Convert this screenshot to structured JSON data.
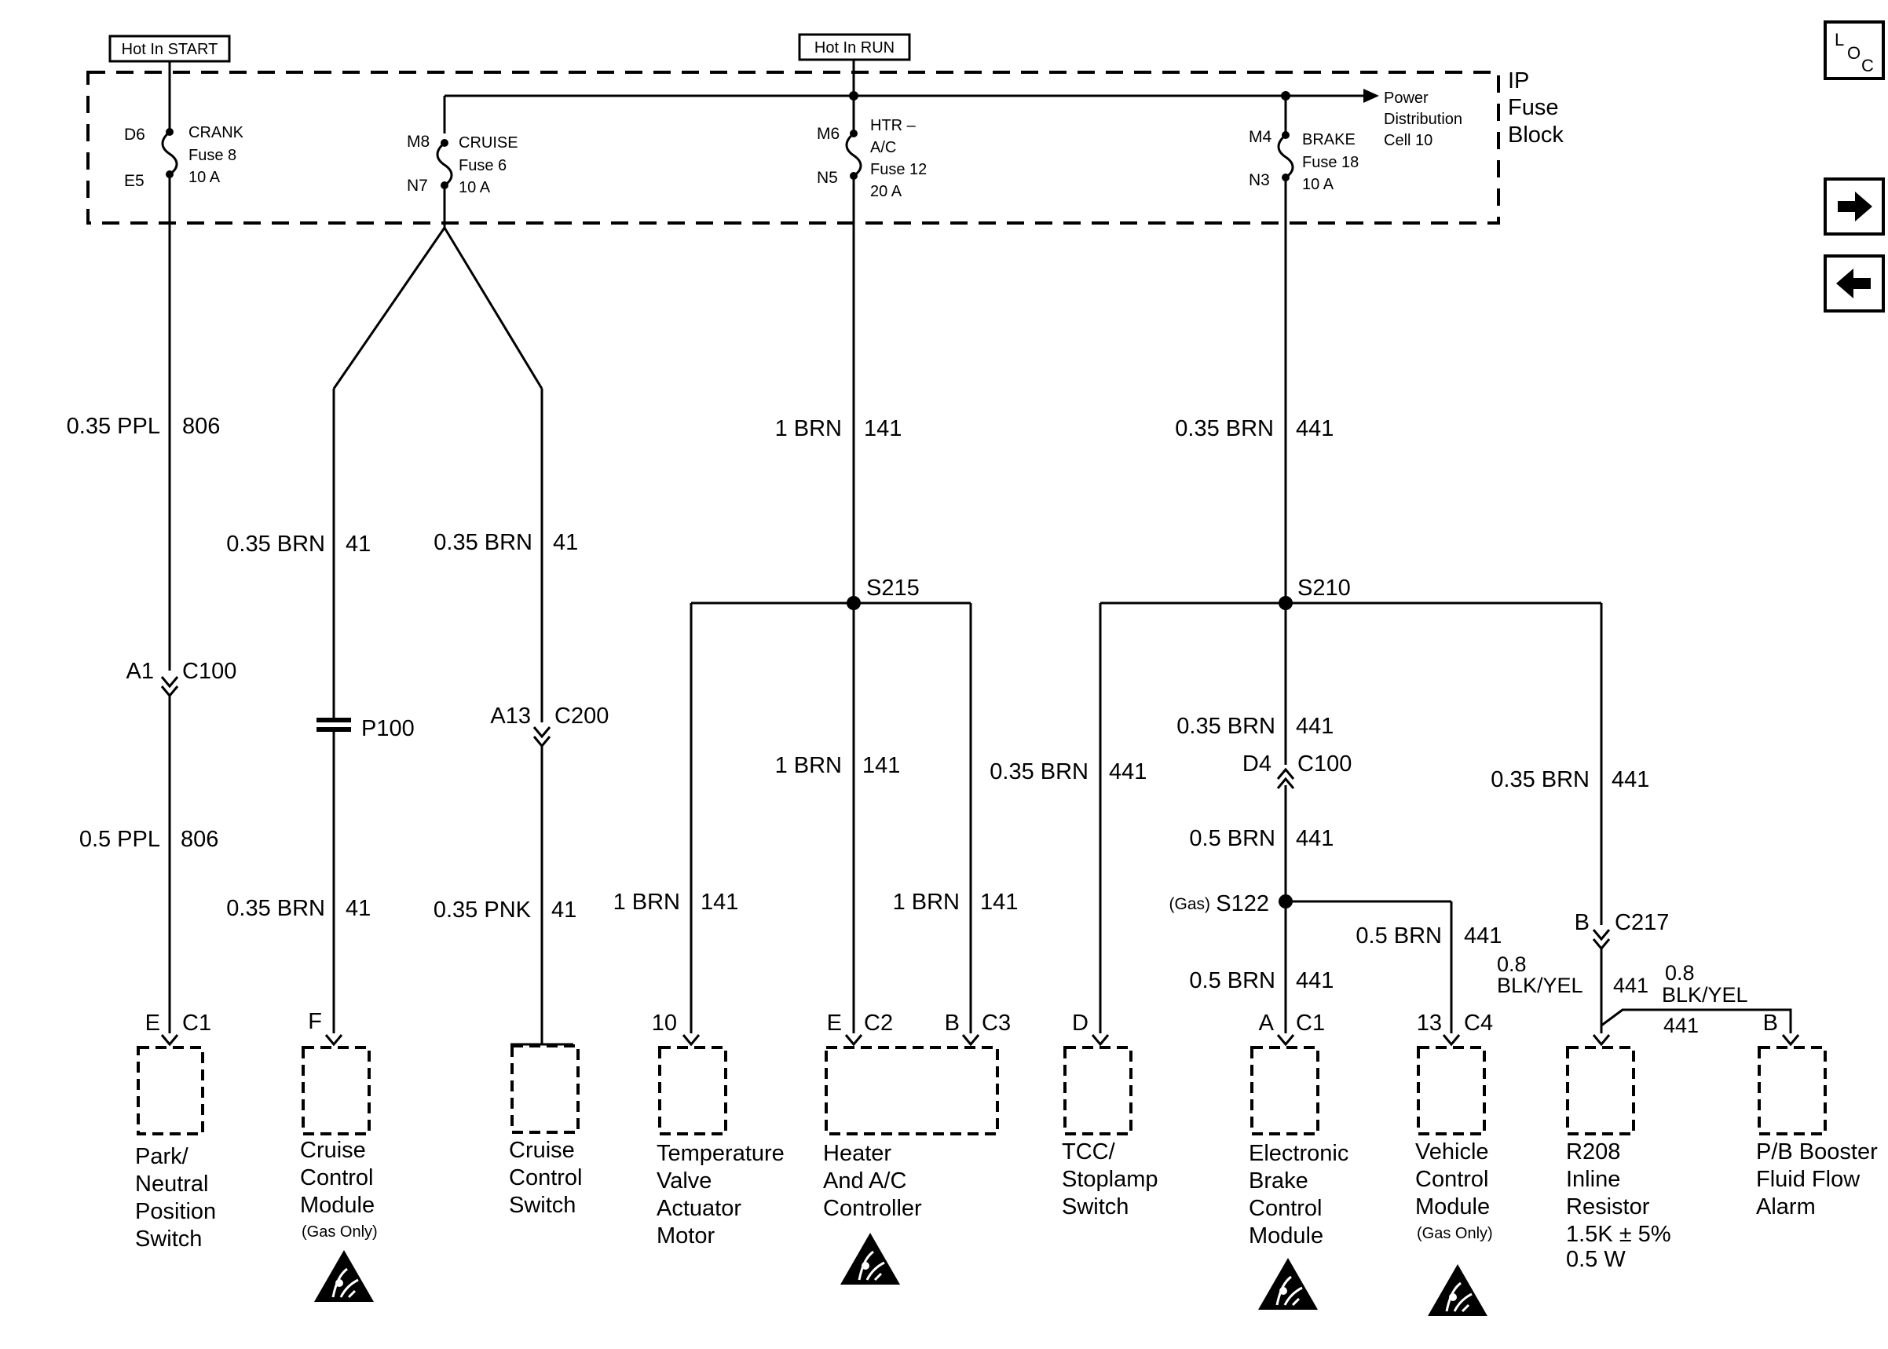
{
  "sources": {
    "start": "Hot In START",
    "run": "Hot In RUN"
  },
  "fuse_block": {
    "label": [
      "IP",
      "Fuse",
      "Block"
    ]
  },
  "power_dist": [
    "Power",
    "Distribution",
    "Cell 10"
  ],
  "loc_icon": [
    "L",
    "O",
    "C"
  ],
  "fuses": {
    "crank": {
      "pin_in": "D6",
      "pin_out": "E5",
      "lines": [
        "CRANK",
        "Fuse 8",
        "10 A"
      ]
    },
    "cruise": {
      "pin_in": "M8",
      "pin_out": "N7",
      "lines": [
        "CRUISE",
        "Fuse 6",
        "10 A"
      ]
    },
    "htr": {
      "pin_in": "M6",
      "pin_out": "N5",
      "lines": [
        "HTR –",
        "A/C",
        "Fuse 12",
        "20 A"
      ]
    },
    "brake": {
      "pin_in": "M4",
      "pin_out": "N3",
      "lines": [
        "BRAKE",
        "Fuse 18",
        "10 A"
      ]
    }
  },
  "wires": {
    "ppl_top": {
      "size": "0.35 PPL",
      "circuit": "806"
    },
    "ppl_bottom": {
      "size": "0.5 PPL",
      "circuit": "806"
    },
    "cruise_top_left": {
      "size": "0.35 BRN",
      "circuit": "41"
    },
    "cruise_top_right": {
      "size": "0.35 BRN",
      "circuit": "41"
    },
    "cruise_bottom_left": {
      "size": "0.35 BRN",
      "circuit": "41"
    },
    "cruise_bottom_right": {
      "size": "0.35 PNK",
      "circuit": "41"
    },
    "htr_top": {
      "size": "1 BRN",
      "circuit": "141"
    },
    "htr_mid": {
      "size": "1 BRN",
      "circuit": "141"
    },
    "htr_left": {
      "size": "1 BRN",
      "circuit": "141"
    },
    "htr_right": {
      "size": "1 BRN",
      "circuit": "141"
    },
    "brake_top": {
      "size": "0.35 BRN",
      "circuit": "441"
    },
    "brake_mid": {
      "size": "0.35 BRN",
      "circuit": "441"
    },
    "tcc": {
      "size": "0.35 BRN",
      "circuit": "441"
    },
    "brake_c100_below": {
      "size": "0.5 BRN",
      "circuit": "441"
    },
    "ebcm": {
      "size": "0.5 BRN",
      "circuit": "441"
    },
    "vcm": {
      "size": "0.5 BRN",
      "circuit": "441"
    },
    "right_top": {
      "size": "0.35 BRN",
      "circuit": "441"
    },
    "c217_below": {
      "size_lines": [
        "0.8",
        "BLK/YEL"
      ],
      "circuit": "441"
    },
    "booster": {
      "size_lines": [
        "0.8",
        "BLK/YEL"
      ],
      "circuit": "441"
    }
  },
  "splices": {
    "s215": "S215",
    "s210": "S210",
    "s122_note": "(Gas)",
    "s122": "S122"
  },
  "connectors": {
    "c100_a1": {
      "pin": "A1",
      "name": "C100"
    },
    "p100": {
      "name": "P100"
    },
    "c200_a13": {
      "pin": "A13",
      "name": "C200"
    },
    "c100_d4": {
      "pin": "D4",
      "name": "C100"
    },
    "c217_b": {
      "pin": "B",
      "name": "C217"
    }
  },
  "components": [
    {
      "id": "pnp",
      "pin": "E",
      "conn": "C1",
      "lines": [
        "Park/",
        "Neutral",
        "Position",
        "Switch"
      ]
    },
    {
      "id": "ccm",
      "pin": "F",
      "conn": "",
      "lines": [
        "Cruise",
        "Control",
        "Module"
      ],
      "note": "(Gas Only)",
      "esd": true
    },
    {
      "id": "ccs",
      "pin": "",
      "conn": "",
      "lines": [
        "Cruise",
        "Control",
        "Switch"
      ]
    },
    {
      "id": "tvam",
      "pin": "10",
      "conn": "",
      "lines": [
        "Temperature",
        "Valve",
        "Actuator",
        "Motor"
      ]
    },
    {
      "id": "hac",
      "pin": "E",
      "conn": "C2",
      "pin2": "B",
      "conn2": "C3",
      "lines": [
        "Heater",
        "And A/C",
        "Controller"
      ],
      "esd": true
    },
    {
      "id": "tcc",
      "pin": "D",
      "conn": "",
      "lines": [
        "TCC/",
        "Stoplamp",
        "Switch"
      ]
    },
    {
      "id": "ebcm",
      "pin": "A",
      "conn": "C1",
      "lines": [
        "Electronic",
        "Brake",
        "Control",
        "Module"
      ],
      "esd": true
    },
    {
      "id": "vcm",
      "pin": "13",
      "conn": "C4",
      "lines": [
        "Vehicle",
        "Control",
        "Module"
      ],
      "note": "(Gas Only)",
      "esd": true
    },
    {
      "id": "r208",
      "pin": "",
      "conn": "",
      "lines": [
        "R208",
        "Inline",
        "Resistor",
        "1.5K ± 5%",
        "0.5 W"
      ]
    },
    {
      "id": "pbb",
      "pin": "B",
      "conn": "",
      "lines": [
        "P/B Booster",
        "Fluid Flow",
        "Alarm"
      ]
    }
  ]
}
